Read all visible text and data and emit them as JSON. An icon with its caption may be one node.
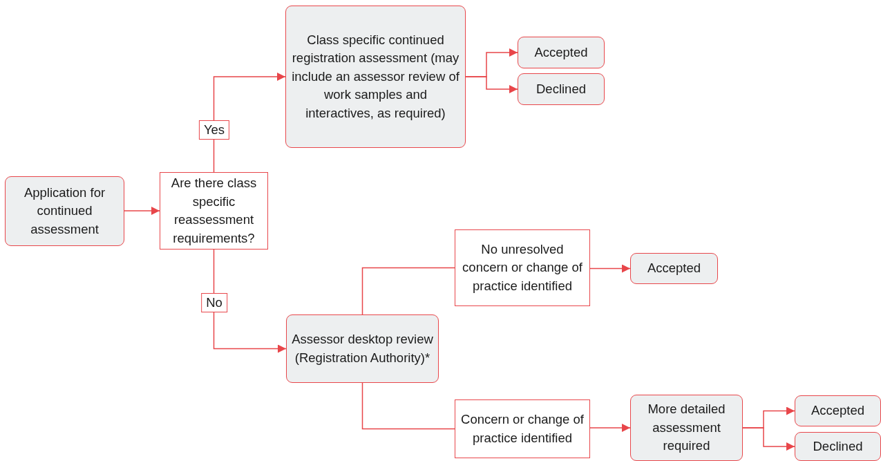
{
  "diagram": {
    "nodes": [
      {
        "text": [
          "Application for continued assessment"
        ]
      },
      {
        "text": [
          "Are there class specific reassessment requirements?"
        ]
      },
      {
        "text": [
          "Class specific continued registration assessment (may include an assessor review of work samples and interactives, as required)"
        ]
      },
      {
        "text": [
          "Accepted"
        ]
      },
      {
        "text": [
          "Declined"
        ]
      },
      {
        "text": [
          "Assessor desktop review (Registration Authority)*"
        ]
      },
      {
        "text": [
          "No unresolved concern or change of practice identified"
        ]
      },
      {
        "text": [
          "Accepted"
        ]
      },
      {
        "text": [
          "Concern or change of practice identified"
        ]
      },
      {
        "text": [
          "More detailed assessment required"
        ]
      },
      {
        "text": [
          "Accepted"
        ]
      },
      {
        "text": [
          "Declined"
        ]
      }
    ],
    "edges": [
      {
        "from": 0,
        "to": 1,
        "arrow": "to"
      },
      {
        "from": 1,
        "to": 2,
        "arrow": "to",
        "label": "Yes"
      },
      {
        "from": 1,
        "to": 5,
        "arrow": "to",
        "label": "No"
      },
      {
        "from": 2,
        "to": 3,
        "arrow": "to"
      },
      {
        "from": 2,
        "to": 4,
        "arrow": "to"
      },
      {
        "from": 5,
        "to": 6,
        "arrow": "none"
      },
      {
        "from": 5,
        "to": 8,
        "arrow": "none"
      },
      {
        "from": 6,
        "to": 7,
        "arrow": "to"
      },
      {
        "from": 8,
        "to": 9,
        "arrow": "to"
      },
      {
        "from": 9,
        "to": 10,
        "arrow": "to"
      },
      {
        "from": 9,
        "to": 11,
        "arrow": "to"
      }
    ]
  }
}
